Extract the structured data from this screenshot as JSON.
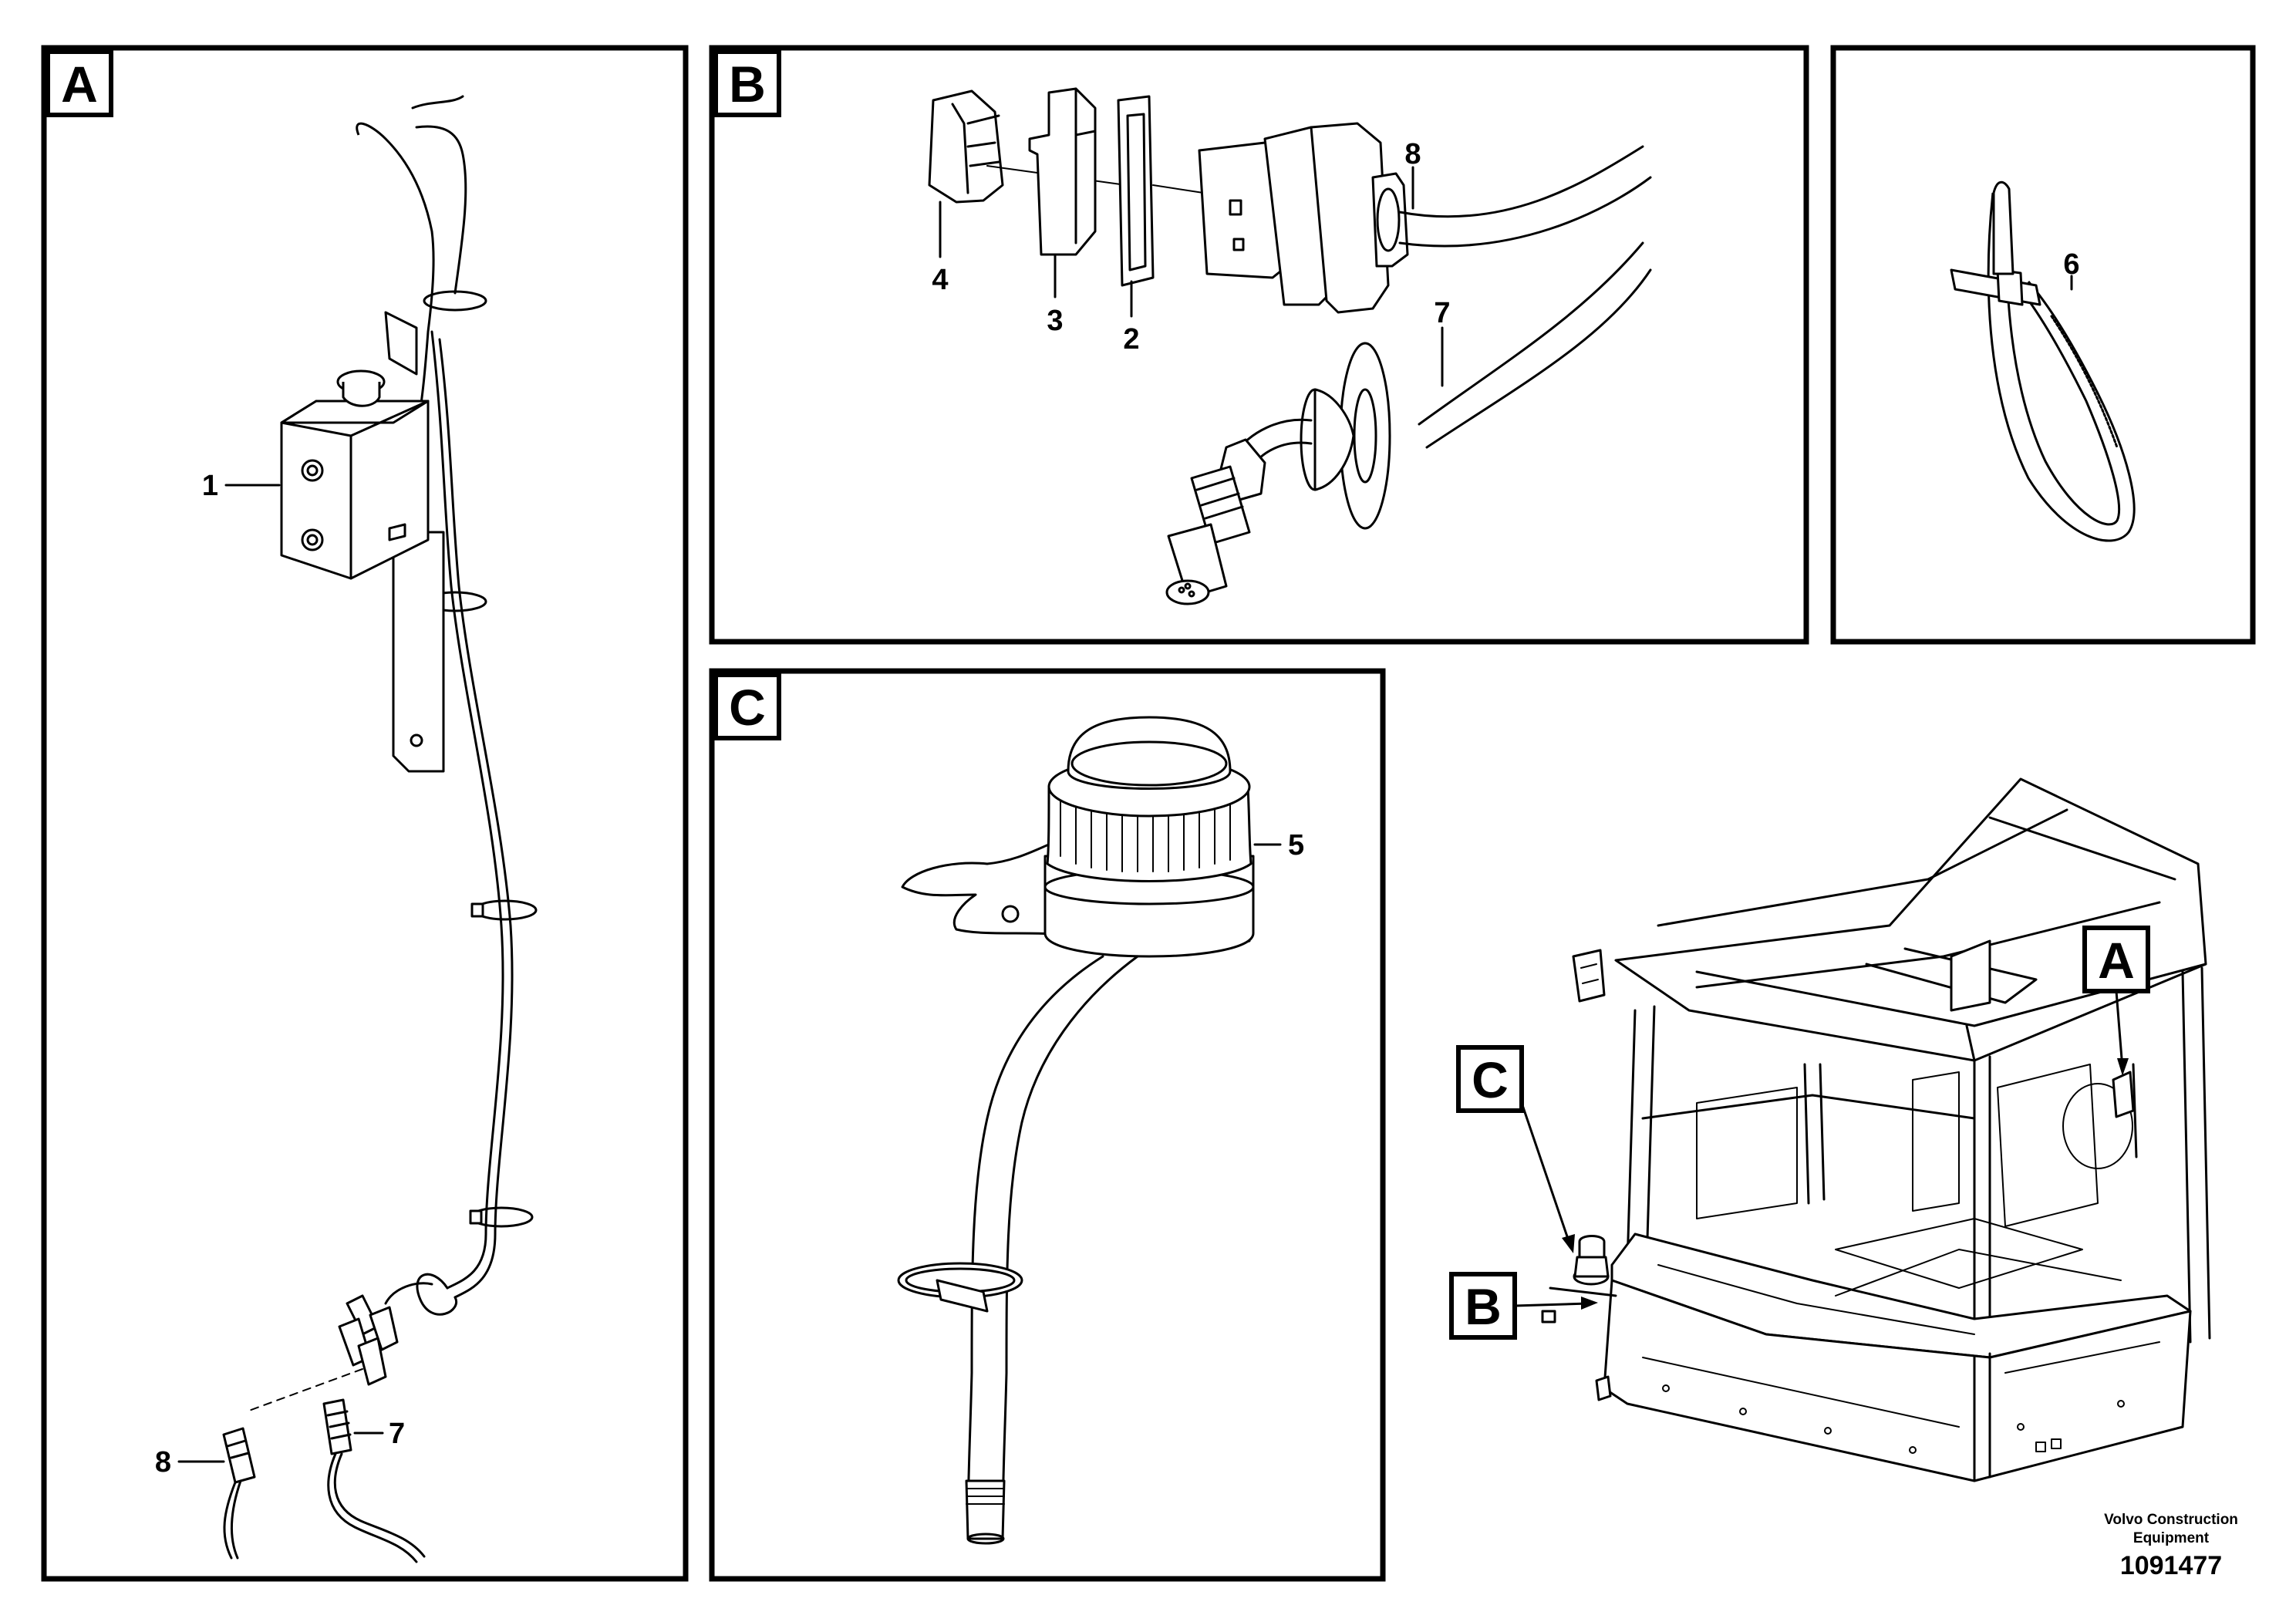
{
  "panels": {
    "a": {
      "tag": "A"
    },
    "b": {
      "tag": "B"
    },
    "c": {
      "tag": "C"
    },
    "d": {
      "tag": ""
    }
  },
  "callouts": {
    "a_1": "1",
    "a_7": "7",
    "a_8": "8",
    "b_2": "2",
    "b_3": "3",
    "b_4": "4",
    "b_7": "7",
    "b_8": "8",
    "c_5": "5",
    "d_6": "6"
  },
  "overview": {
    "label_a": "A",
    "label_b": "B",
    "label_c": "C"
  },
  "footer": {
    "company_line1": "Volvo Construction",
    "company_line2": "Equipment",
    "part_number": "1091477"
  }
}
